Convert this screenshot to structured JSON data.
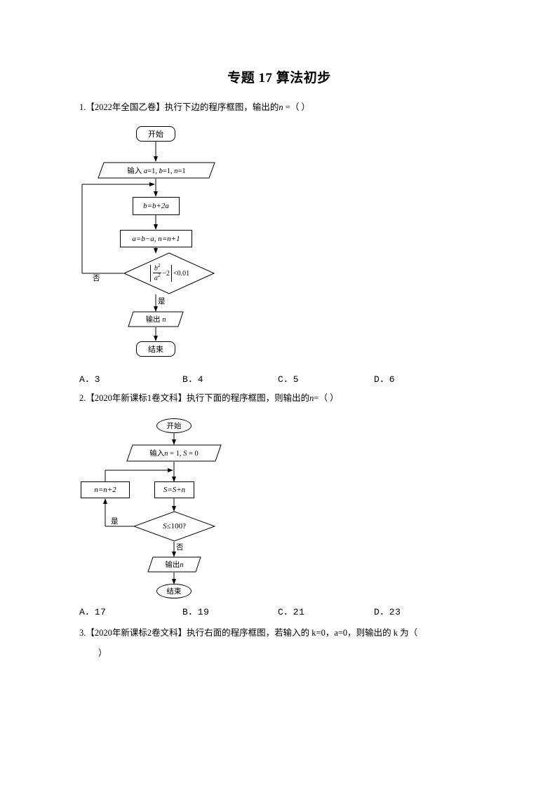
{
  "document": {
    "title": "专题 17  算法初步"
  },
  "questions": [
    {
      "number": "1.",
      "source": "【2022年全国乙卷】",
      "stem": "执行下边的程序框图，输出的",
      "variable": "n",
      "tail": " =（      ）",
      "options": [
        "A．3",
        "B．4",
        "C．5",
        "D．6"
      ]
    },
    {
      "number": "2.",
      "source": "【2020年新课标1卷文科】",
      "stem": "执行下面的程序框图，则输出的",
      "variable": "n",
      "tail": "=（  ）",
      "options": [
        "A．17",
        "B．19",
        "C．21",
        "D．23"
      ]
    },
    {
      "number": "3.",
      "source": "【2020年新课标2卷文科】",
      "stem_full": "执行右面的程序框图，若输入的 k=0，a=0，则输出的 k 为（",
      "continuation": "）"
    }
  ],
  "flowchart1": {
    "start": "开始",
    "input": "输入 a=1, b=1, n=1",
    "proc1": "b=b+2a",
    "proc2": "a=b−a, n=n+1",
    "condition_left": "b",
    "condition_left_exp": "2",
    "condition_den": "a",
    "condition_den_exp": "2",
    "condition_minus": "−2",
    "condition_right": "<0.01",
    "label_no": "否",
    "label_yes": "是",
    "output": "输出 n",
    "end": "结束"
  },
  "flowchart2": {
    "start": "开始",
    "input": "输入n = 1, S = 0",
    "proc_left": "n=n+2",
    "proc_right": "S=S+n",
    "condition": "S≤100?",
    "label_yes": "是",
    "label_no": "否",
    "output": "输出n",
    "end": "结束"
  },
  "colors": {
    "ink": "#000000",
    "paper": "#ffffff"
  }
}
